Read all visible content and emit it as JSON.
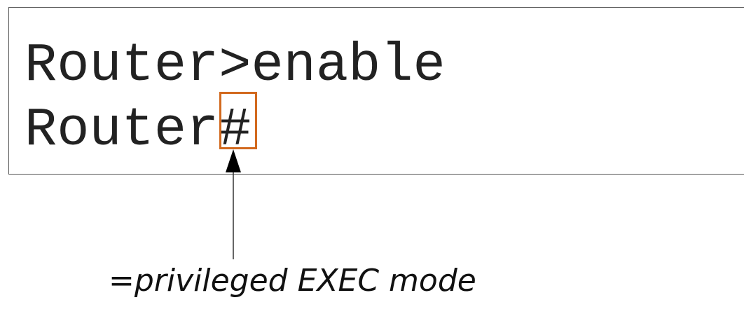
{
  "terminal": {
    "lines": [
      "Router>enable",
      "Router#"
    ]
  },
  "annotation": {
    "text": "=privileged EXEC mode",
    "highlight_color": "#d2691e"
  }
}
